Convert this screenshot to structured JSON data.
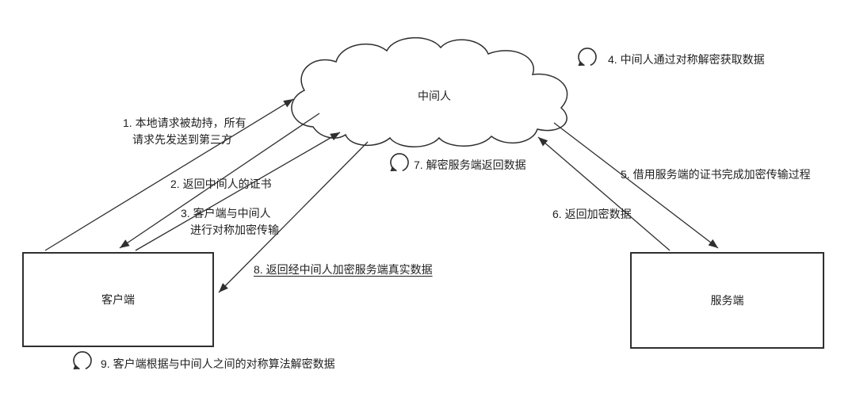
{
  "diagram": {
    "title": "man-in-the-middle attack flow",
    "colors": {
      "background": "#ffffff",
      "line": "#2f2f2f",
      "text": "#222222"
    },
    "icons": {
      "loop_arrow": "circular-refresh-arrow"
    },
    "nodes": {
      "middleman": {
        "label": "中间人"
      },
      "client": {
        "label": "客户端"
      },
      "server": {
        "label": "服务端"
      }
    },
    "steps": {
      "s1": {
        "line1": "1. 本地请求被劫持，所有",
        "line2": "请求先发送到第三方"
      },
      "s2": {
        "label": "2. 返回中间人的证书"
      },
      "s3": {
        "line1": "3. 客户端与中间人",
        "line2": "进行对称加密传输"
      },
      "s4": {
        "label": "4. 中间人通过对称解密获取数据"
      },
      "s5": {
        "label": "5. 借用服务端的证书完成加密传输过程"
      },
      "s6": {
        "label": "6. 返回加密数据"
      },
      "s7": {
        "label": "7. 解密服务端返回数据"
      },
      "s8": {
        "label": "8. 返回经中间人加密服务端真实数据"
      },
      "s9": {
        "label": "9. 客户端根据与中间人之间的对称算法解密数据"
      }
    }
  }
}
